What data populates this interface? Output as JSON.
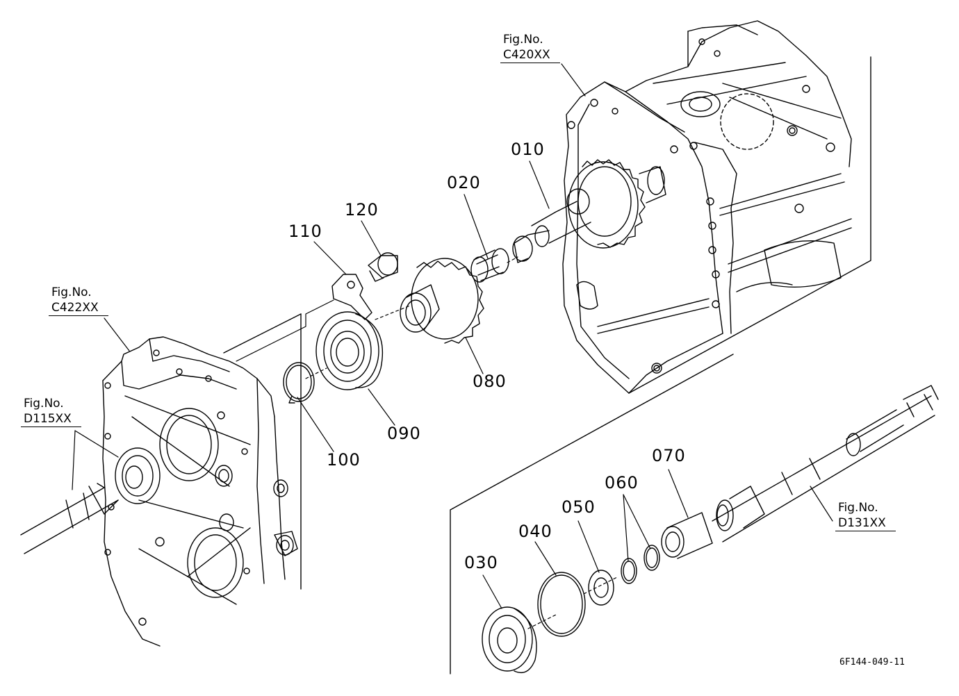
{
  "diagram_id": "6F144-049-11",
  "parts": [
    {
      "number": "010"
    },
    {
      "number": "020"
    },
    {
      "number": "030"
    },
    {
      "number": "040"
    },
    {
      "number": "050"
    },
    {
      "number": "060"
    },
    {
      "number": "070"
    },
    {
      "number": "080"
    },
    {
      "number": "090"
    },
    {
      "number": "100"
    },
    {
      "number": "110"
    },
    {
      "number": "120"
    }
  ],
  "figure_refs": [
    {
      "prefix": "Fig.No.",
      "code": "C420XX"
    },
    {
      "prefix": "Fig.No.",
      "code": "C422XX"
    },
    {
      "prefix": "Fig.No.",
      "code": "D115XX"
    },
    {
      "prefix": "Fig.No.",
      "code": "D131XX"
    }
  ]
}
